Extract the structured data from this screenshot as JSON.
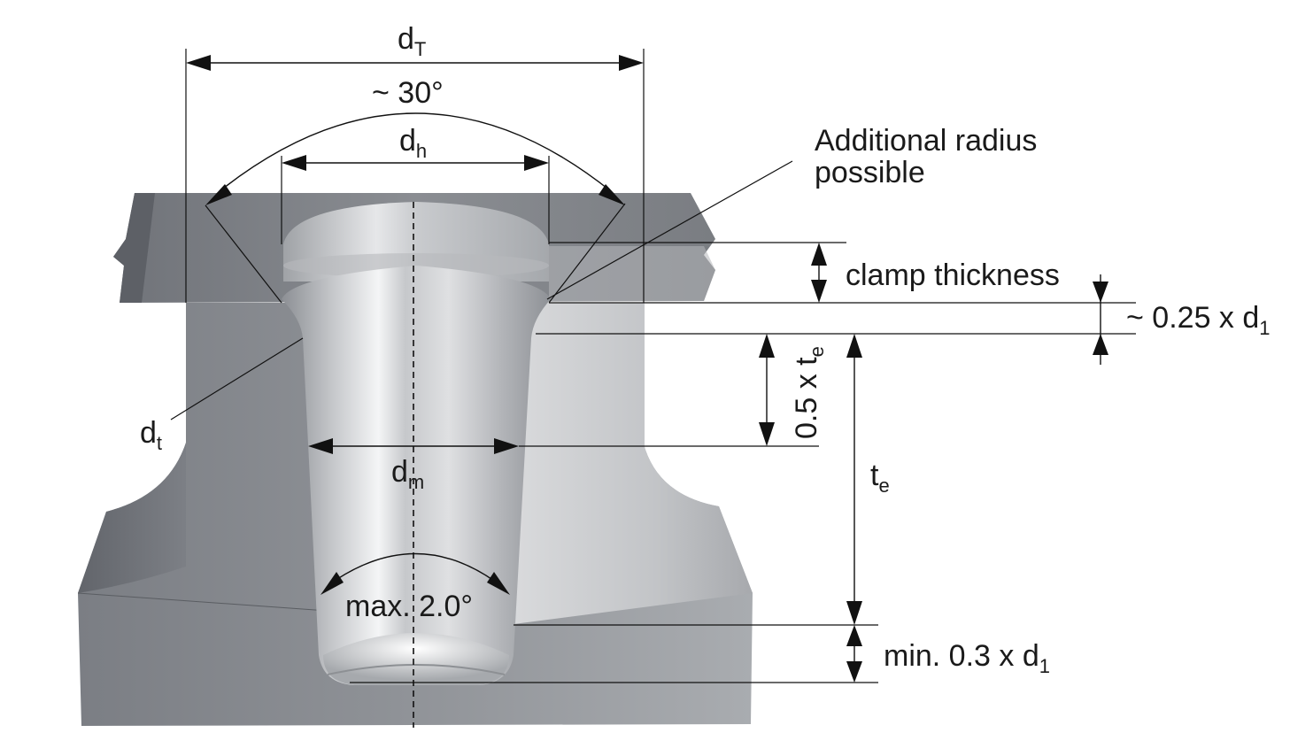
{
  "labels": {
    "dT": {
      "base": "d",
      "sub": "T"
    },
    "angle_top": "~ 30°",
    "dh": {
      "base": "d",
      "sub": "h"
    },
    "additional_radius_line1": "Additional radius",
    "additional_radius_line2": "possible",
    "clamp_thickness": "clamp thickness",
    "quarter_d1": {
      "base": "~ 0.25 x d",
      "sub": "1"
    },
    "half_te": {
      "base": "0.5 x t",
      "sub": "e"
    },
    "te": {
      "base": "t",
      "sub": "e"
    },
    "dt": {
      "base": "d",
      "sub": "t"
    },
    "dm": {
      "base": "d",
      "sub": "m"
    },
    "angle_bottom": "max. 2.0°",
    "min_d1": {
      "base": "min. 0.3 x d",
      "sub": "1"
    }
  },
  "colors": {
    "metal_dark": "#6f7278",
    "metal_mid": "#9a9da2",
    "metal_light": "#e8e9eb",
    "line": "#111111"
  }
}
